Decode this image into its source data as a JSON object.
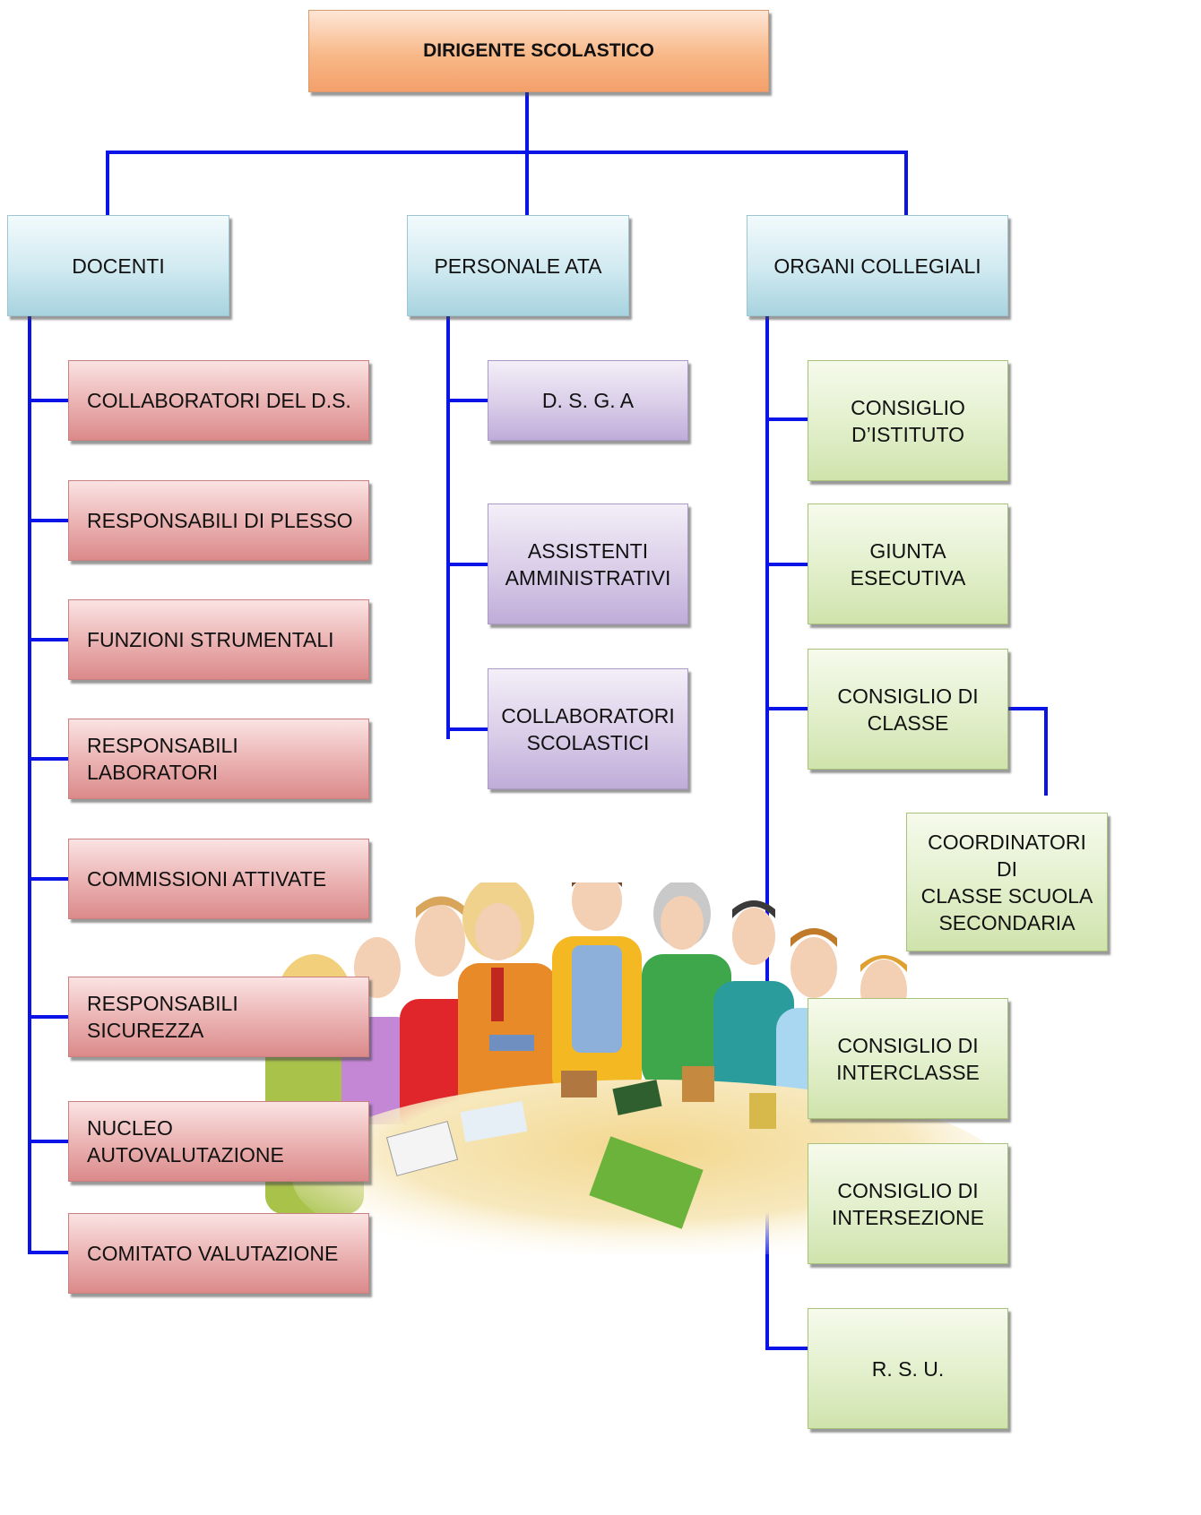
{
  "colors": {
    "connector": "#0a14e6",
    "head": "#f6a872",
    "category": "#b5dbe6",
    "teachers": "#e49c9c",
    "staff": "#cbbbe0",
    "bodies": "#d8e9bd"
  },
  "head": {
    "label": "DIRIGENTE SCOLASTICO"
  },
  "categories": {
    "docenti": "DOCENTI",
    "ata": "PERSONALE ATA",
    "organi": "ORGANI COLLEGIALI"
  },
  "docenti_items": [
    "COLLABORATORI DEL D.S.",
    "RESPONSABILI DI PLESSO",
    "FUNZIONI STRUMENTALI",
    "RESPONSABILI LABORATORI",
    "COMMISSIONI ATTIVATE",
    "RESPONSABILI SICUREZZA",
    "NUCLEO  AUTOVALUTAZIONE",
    "COMITATO VALUTAZIONE"
  ],
  "ata_items": [
    "D. S. G. A",
    "ASSISTENTI\nAMMINISTRATIVI",
    "COLLABORATORI\nSCOLASTICI"
  ],
  "organi_items": [
    "CONSIGLIO\nD’ISTITUTO",
    "GIUNTA\nESECUTIVA",
    "CONSIGLIO DI\nCLASSE",
    "CONSIGLIO DI\nINTERCLASSE",
    "CONSIGLIO DI\nINTERSEZIONE",
    "R. S. U."
  ],
  "coordinatori": {
    "label": "COORDINATORI DI\nCLASSE SCUOLA\nSECONDARIA"
  },
  "illustration": {
    "icon": "teachers-meeting-illustration"
  }
}
